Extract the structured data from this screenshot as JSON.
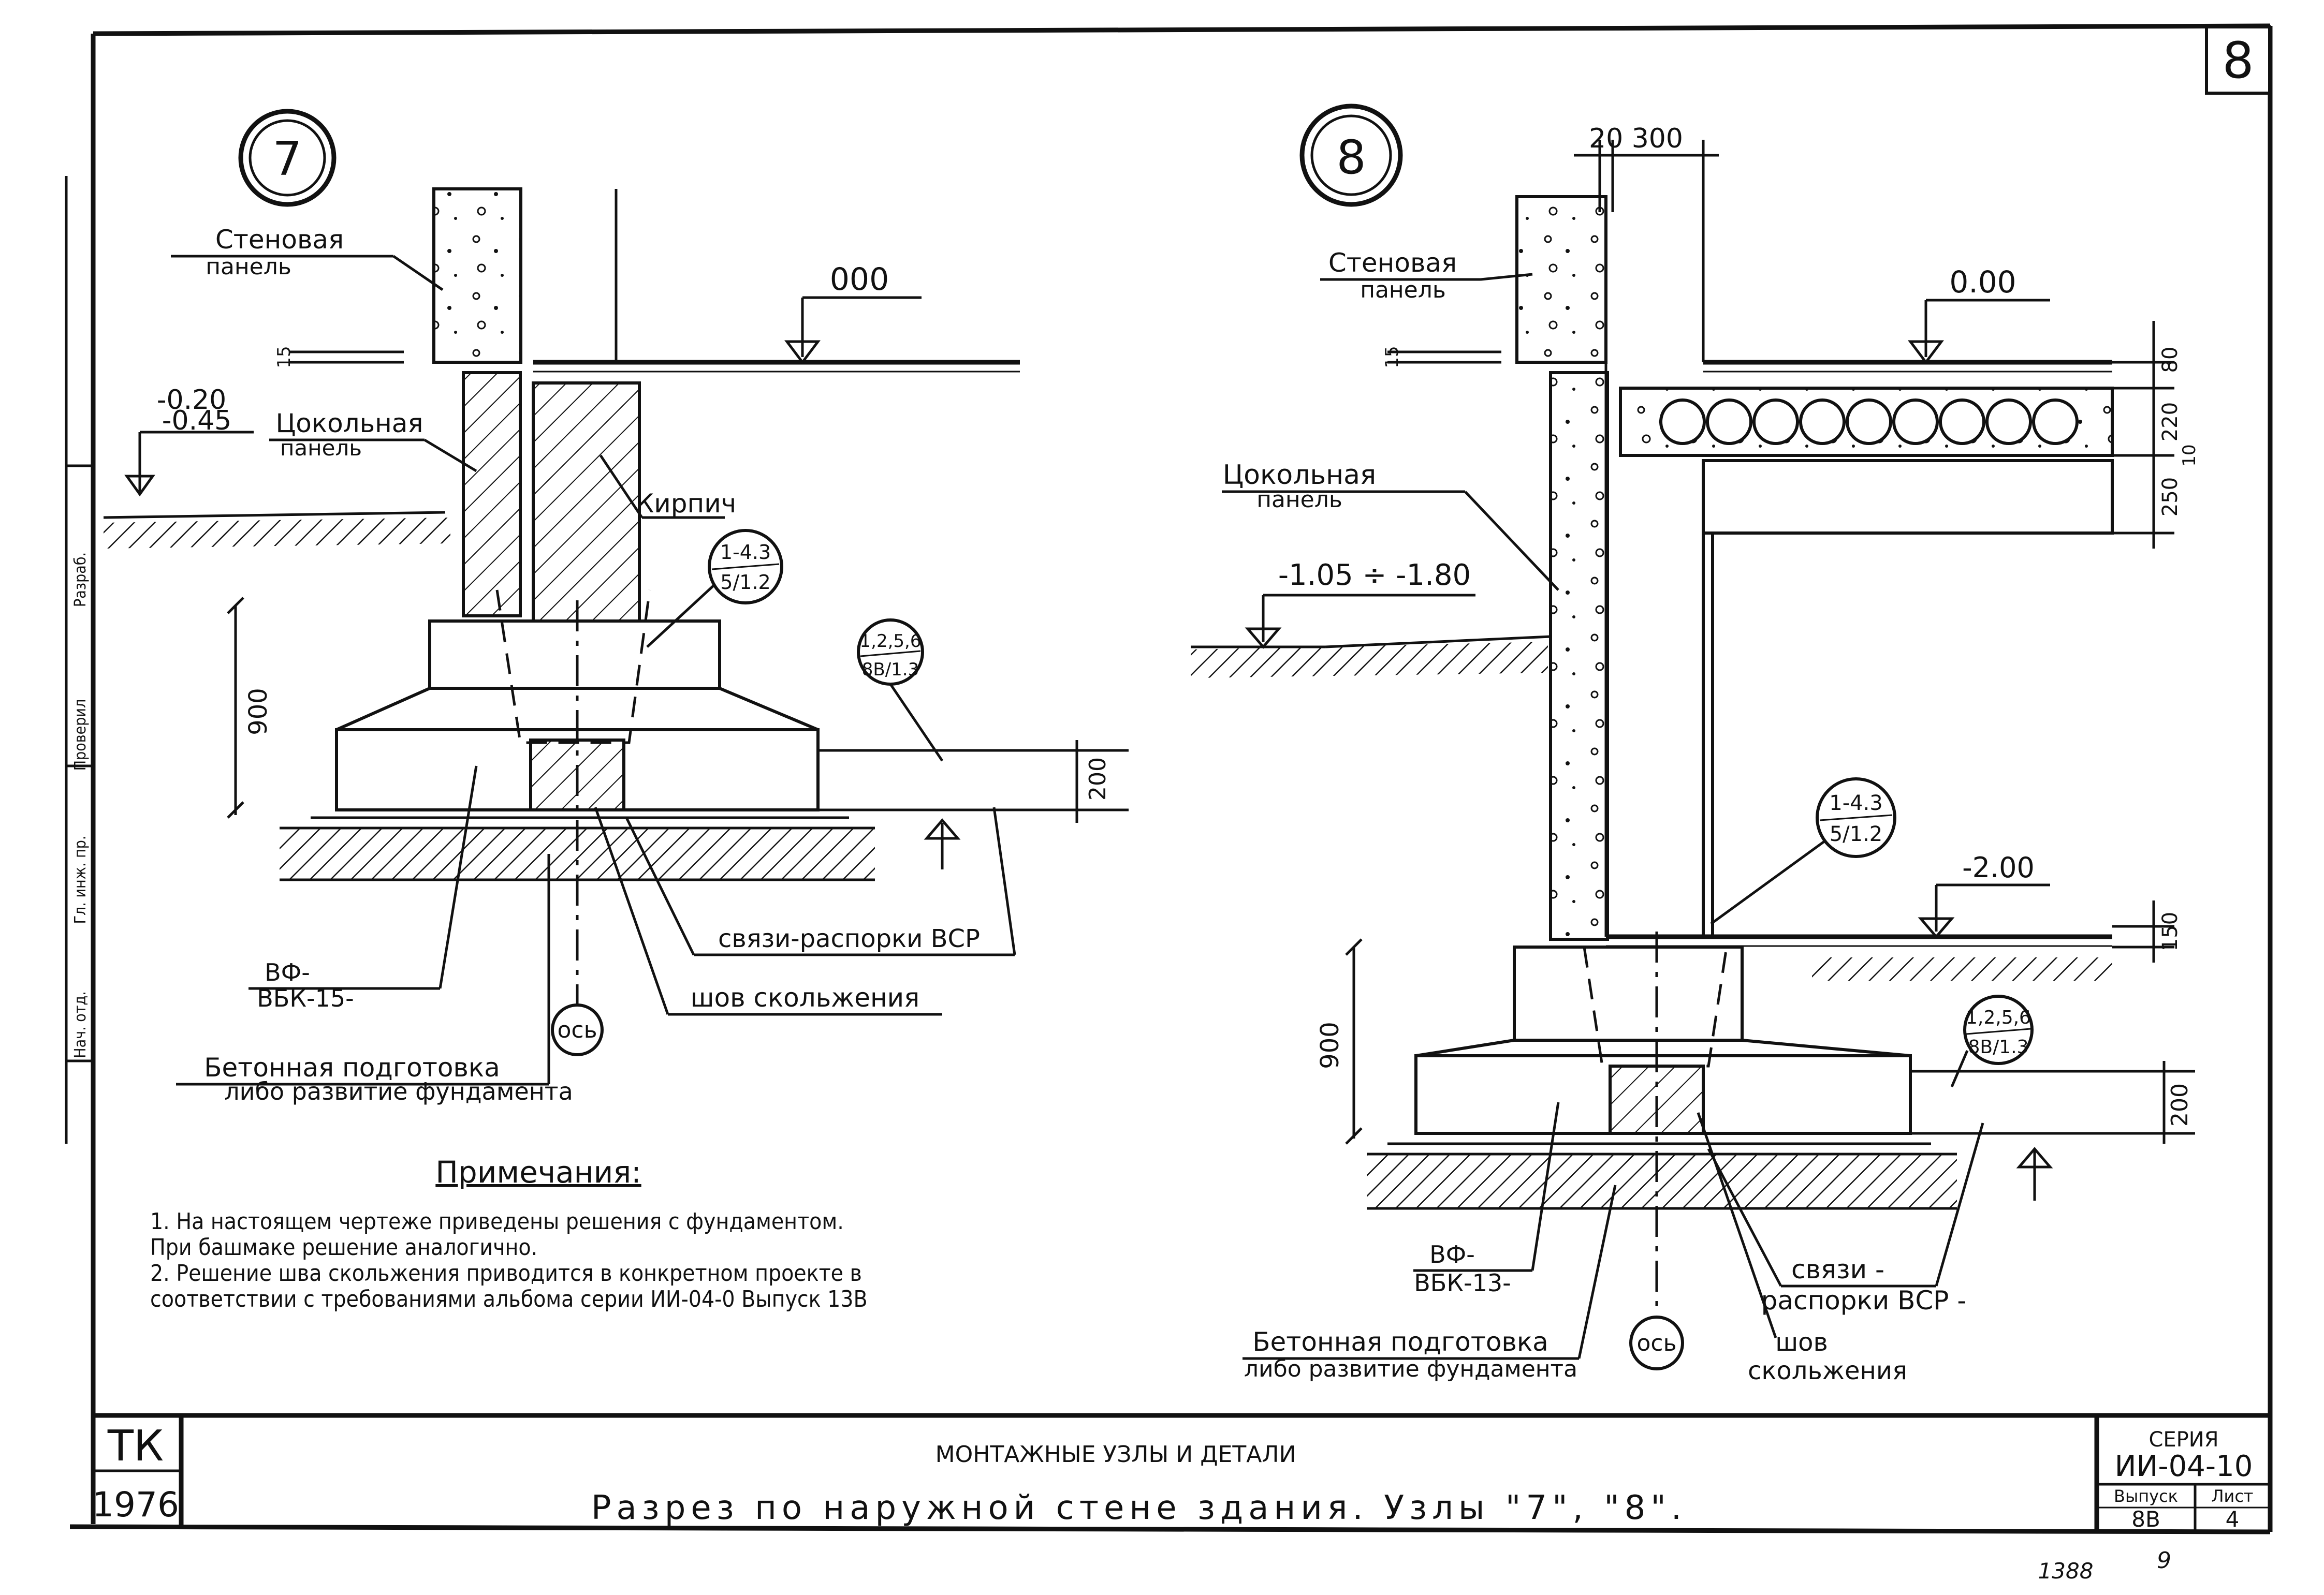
{
  "sheet": {
    "number": "8",
    "footer_number": "1388",
    "footer_page": "9"
  },
  "title_block": {
    "org": "ТК",
    "year": "1976",
    "subtitle": "МОНТАЖНЫЕ УЗЛЫ И ДЕТАЛИ",
    "title": "Разрез по наружной стене здания. Узлы \"7\", \"8\".",
    "series_label": "СЕРИЯ",
    "series_value": "ИИ-04-10",
    "issue_label": "Выпуск",
    "issue_value": "8В",
    "sheet_label": "Лист",
    "sheet_value": "4"
  },
  "node7": {
    "id": "7",
    "wall_panel": [
      "Стеновая",
      "панель"
    ],
    "plinth_panel": [
      "Цокольная",
      "панель"
    ],
    "brick": "Кирпич",
    "level_top": "000",
    "level_a": "-0.20",
    "level_b": "-0.45",
    "dim_15": "15",
    "dim_900": "900",
    "dim_200": "200",
    "ref_a_top": "1-4.3",
    "ref_a_bot": "5/1.2",
    "ref_b_top": "1,2,5,6",
    "ref_b_bot": "8В/1.3",
    "ties": "связи-распорки ВСР",
    "slip_joint": "шов скольжения",
    "axis": "ось",
    "footing": [
      "ВФ-",
      "ВБК-15-"
    ],
    "prep": [
      "Бетонная подготовка",
      "либо развитие фундамента"
    ]
  },
  "node8": {
    "id": "8",
    "dim_top": "20 300",
    "wall_panel": [
      "Стеновая",
      "панель"
    ],
    "plinth_panel": [
      "Цокольная",
      "панель"
    ],
    "level_top": "0.00",
    "level_ground": "-1.05 ÷ -1.80",
    "level_basement": "-2.00",
    "dim_15": "15",
    "dim_80": "80",
    "dim_220": "220",
    "dim_10": "10",
    "dim_250": "250",
    "dim_150": "150",
    "dim_900": "900",
    "dim_200": "200",
    "ref_a_top": "1-4.3",
    "ref_a_bot": "5/1.2",
    "ref_b_top": "1,2,5,6",
    "ref_b_bot": "8В/1.3",
    "ties": [
      "связи -",
      "распорки ВСР -"
    ],
    "slip_joint": [
      "шов",
      "скольжения"
    ],
    "axis": "ось",
    "footing": [
      "ВФ-",
      "ВБК-13-"
    ],
    "prep": [
      "Бетонная подготовка",
      "либо развитие фундамента"
    ]
  },
  "notes": {
    "heading": "Примечания:",
    "lines": [
      "1. На настоящем чертеже приведены решения с фундаментом.",
      "При башмаке решение аналогично.",
      "2. Решение шва скольжения приводится в конкретном проекте в",
      "соответствии с требованиями альбома серии ИИ-04-0 Выпуск 13В"
    ]
  },
  "margin_stamp": {
    "lines": [
      "Разраб.",
      "Проверил",
      "Гл. инж. пр.",
      "Нач. отд."
    ]
  }
}
